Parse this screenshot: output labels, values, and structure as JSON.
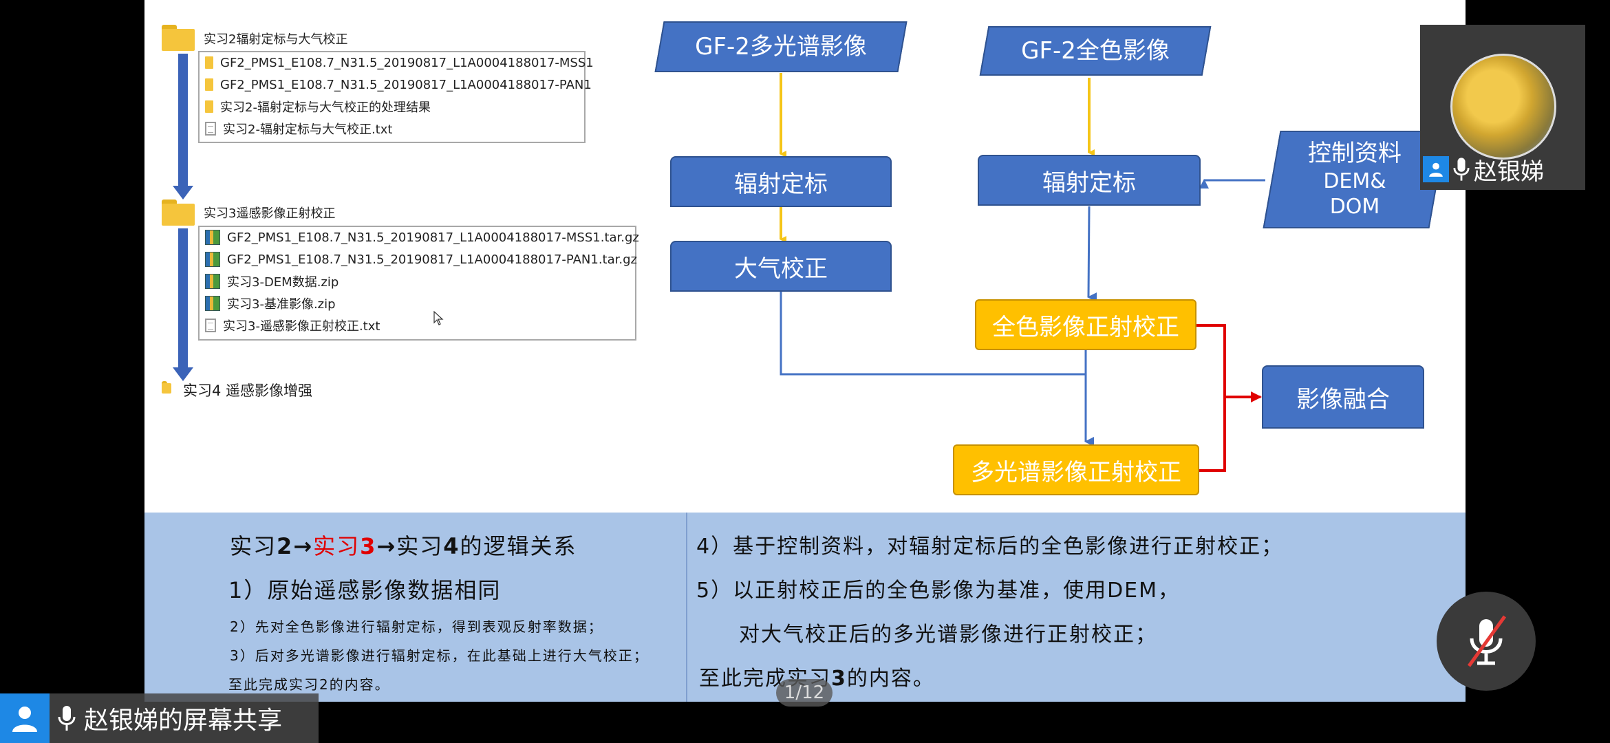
{
  "explorer": {
    "folder1": {
      "title": "实习2辐射定标与大气校正",
      "items": [
        "GF2_PMS1_E108.7_N31.5_20190817_L1A0004188017-MSS1",
        "GF2_PMS1_E108.7_N31.5_20190817_L1A0004188017-PAN1",
        "实习2-辐射定标与大气校正的处理结果",
        "实习2-辐射定标与大气校正.txt"
      ]
    },
    "folder2": {
      "title": "实习3遥感影像正射校正",
      "items": [
        "GF2_PMS1_E108.7_N31.5_20190817_L1A0004188017-MSS1.tar.gz",
        "GF2_PMS1_E108.7_N31.5_20190817_L1A0004188017-PAN1.tar.gz",
        "实习3-DEM数据.zip",
        "实习3-基准影像.zip",
        "实习3-遥感影像正射校正.txt"
      ]
    },
    "folder3": {
      "title": "实习4 遥感影像增强"
    }
  },
  "flow": {
    "ms_image": "GF-2多光谱影像",
    "pan_image": "GF-2全色影像",
    "radcal_left": "辐射定标",
    "radcal_right": "辐射定标",
    "atm_correction": "大气校正",
    "control_l1": "控制资料",
    "control_l2": "DEM&",
    "control_l3": "DOM",
    "pan_ortho": "全色影像正射校正",
    "ms_ortho": "多光谱影像正射校正",
    "fusion": "影像融合"
  },
  "panel_left": {
    "title_a": "实习",
    "title_b": "2→",
    "title_c": "实习",
    "title_d": "3",
    "title_e": "→",
    "title_f": "实习",
    "title_g": "4",
    "title_h": "的逻辑关系",
    "item1": "1）原始遥感影像数据相同",
    "item2": "2）先对全色影像进行辐射定标，得到表观反射率数据；",
    "item3": "3）后对多光谱影像进行辐射定标，在此基础上进行大气校正；",
    "item4": "至此完成实习2的内容。"
  },
  "panel_right": {
    "item4": "4）基于控制资料，对辐射定标后的全色影像进行正射校正；",
    "item5a": "5）以正射校正后的全色影像为基准，使用DEM，",
    "item5b": "对大气校正后的多光谱影像进行正射校正；",
    "done_a": "至此完成实习",
    "done_b": "3",
    "done_c": "的内容。"
  },
  "page_indicator": "1/12",
  "share_label": "赵银娣的屏幕共享",
  "participant_name": "赵银娣",
  "icons": [
    "folder-icon",
    "text-file-icon",
    "zip-file-icon",
    "user-icon",
    "microphone-icon",
    "microphone-muted-icon"
  ],
  "colors": {
    "flow_blue": "#4472c4",
    "flow_gold": "#ffc000",
    "arrow_yellow": "#f5c518",
    "arrow_red": "#e00000",
    "panel_bg": "#a9c4e7"
  }
}
